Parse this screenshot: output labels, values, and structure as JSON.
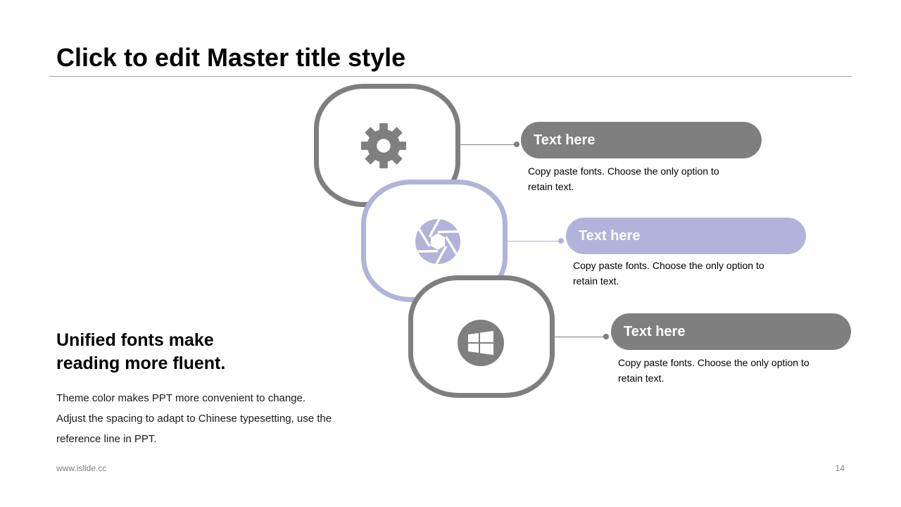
{
  "title": "Click to edit Master title style",
  "colors": {
    "gray": "#7f7f7f",
    "lavender": "#b1b3da",
    "rule": "#a6a6a6"
  },
  "items": [
    {
      "icon": "gear-icon",
      "color": "#7f7f7f",
      "label": "Text here",
      "desc_line1": "Copy paste fonts. Choose the only option to",
      "desc_line2": "retain text."
    },
    {
      "icon": "aperture-icon",
      "color": "#b1b3da",
      "label": "Text here",
      "desc_line1": "Copy paste fonts. Choose the only option to",
      "desc_line2": "retain text."
    },
    {
      "icon": "windows-logo-icon",
      "color": "#7f7f7f",
      "label": "Text here",
      "desc_line1": "Copy paste fonts. Choose the only option to",
      "desc_line2": "retain text."
    }
  ],
  "subheading": {
    "line1": "Unified fonts make",
    "line2": "reading more fluent."
  },
  "body": {
    "line1": "Theme color makes PPT more convenient to change.",
    "line2": "Adjust the spacing to adapt to Chinese typesetting, use the",
    "line3": "reference line in PPT."
  },
  "footer": {
    "website": "www.islide.cc",
    "page_number": "14"
  }
}
